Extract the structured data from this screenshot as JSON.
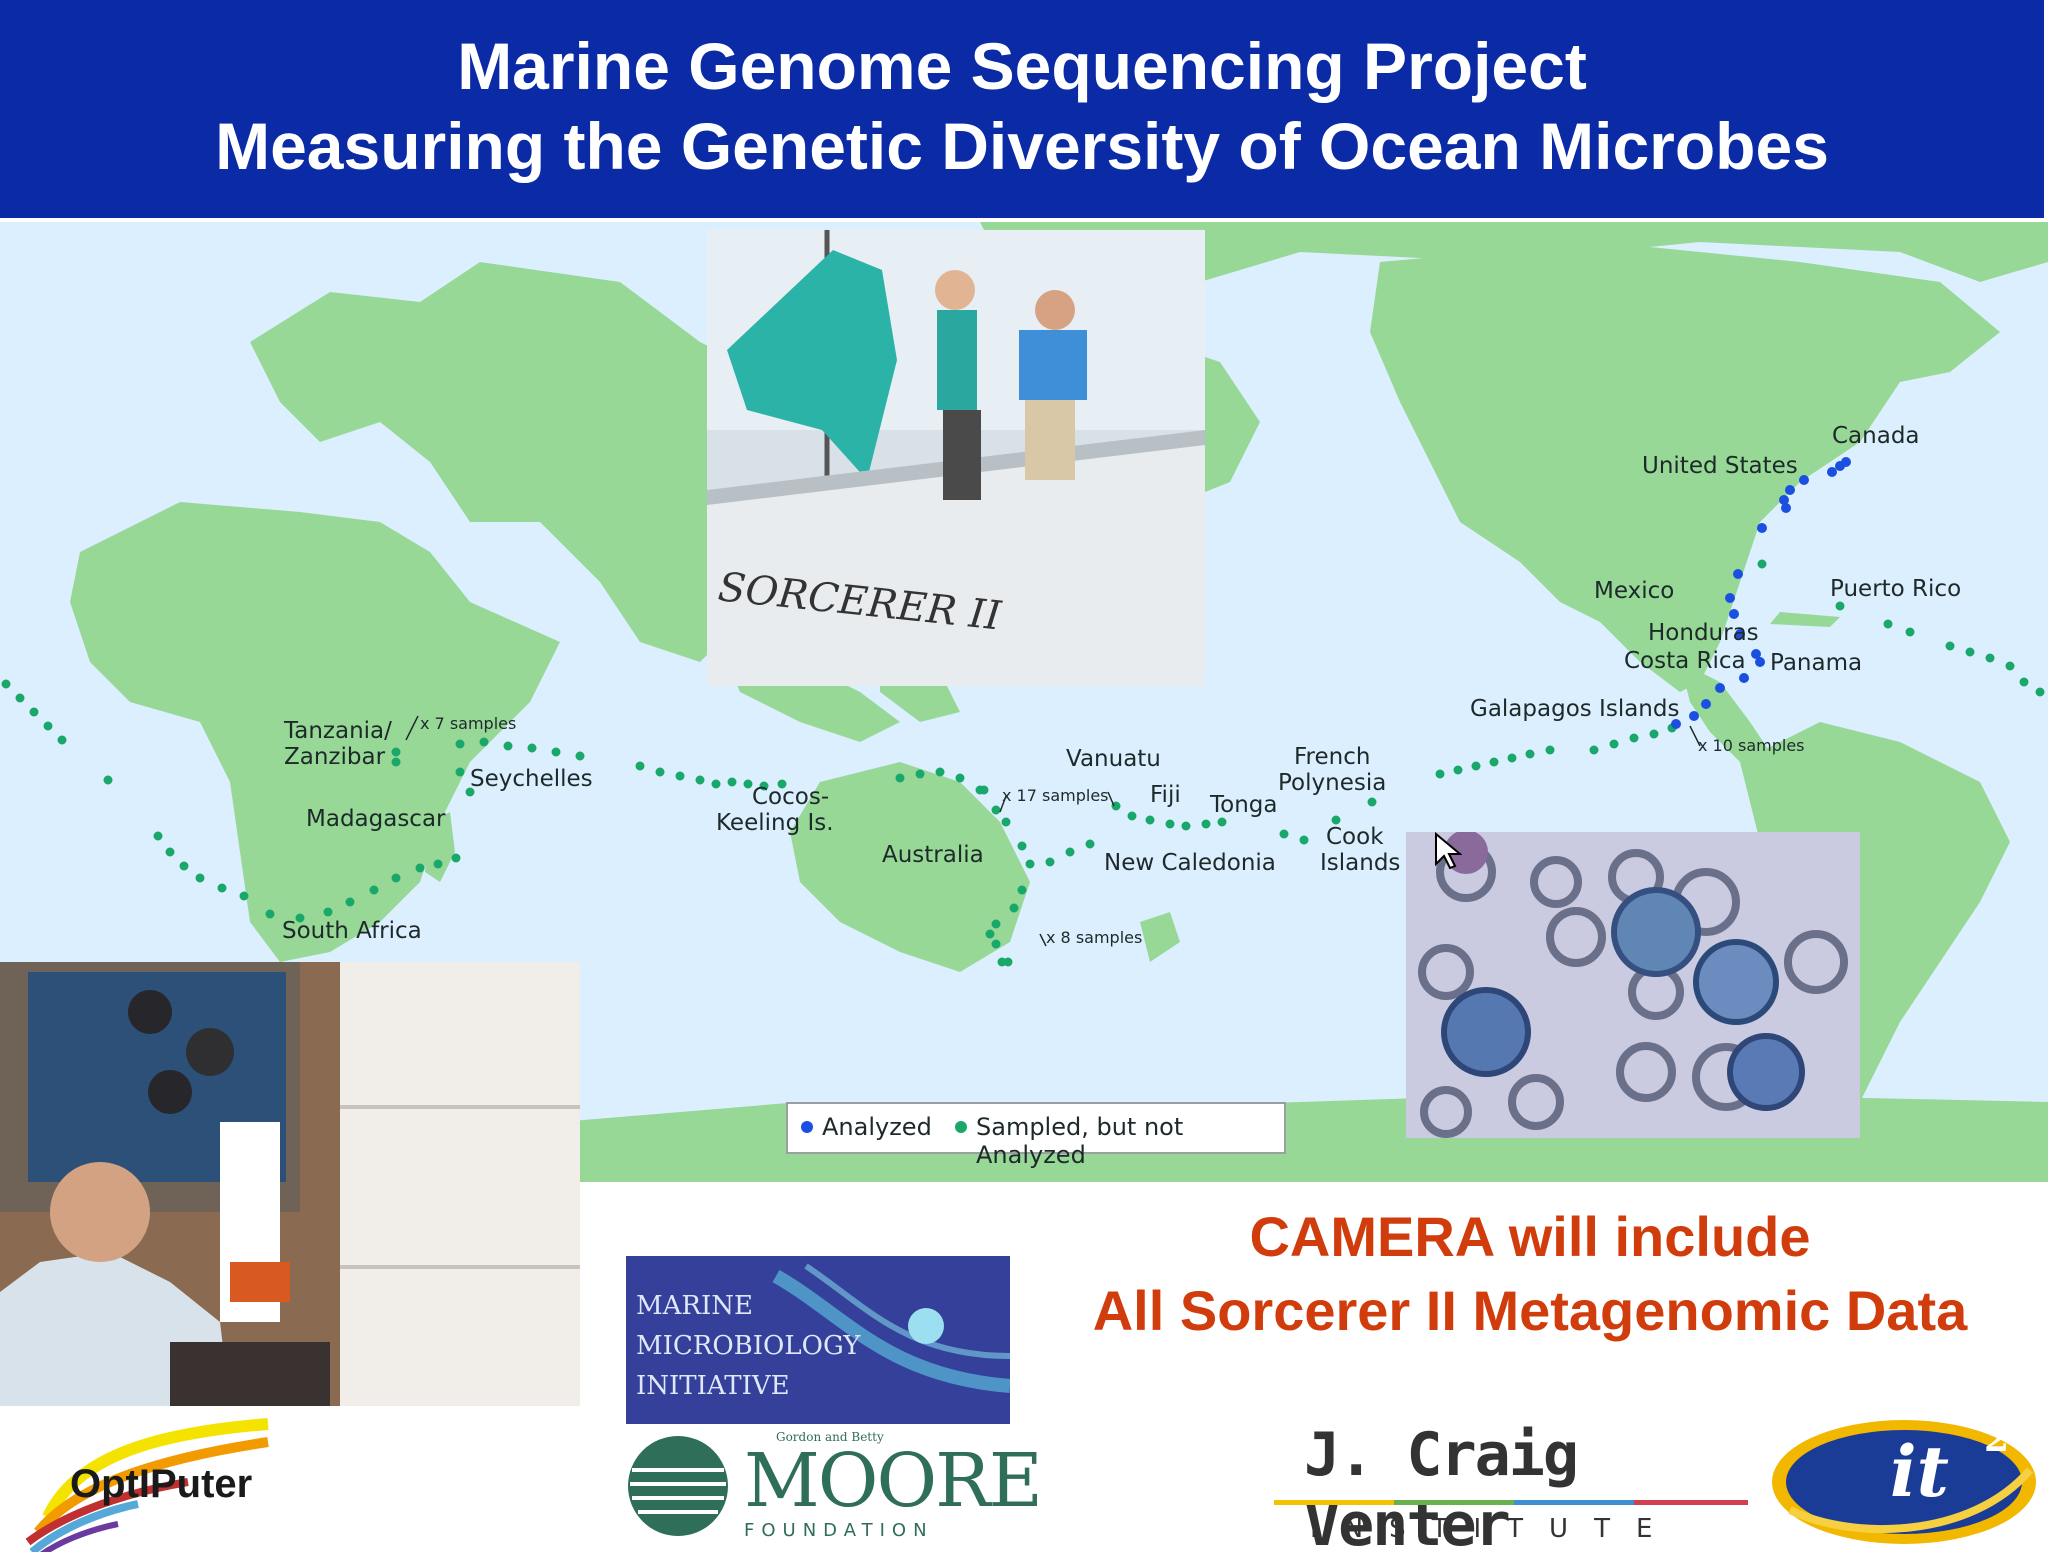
{
  "header": {
    "title_line1": "Marine Genome Sequencing Project",
    "title_line2": "Measuring the Genetic Diversity of Ocean Microbes"
  },
  "map": {
    "labels": {
      "canada": "Canada",
      "united_states": "United States",
      "mexico": "Mexico",
      "puerto_rico": "Puerto Rico",
      "honduras": "Honduras",
      "costa_rica": "Costa Rica",
      "panama": "Panama",
      "galapagos": "Galapagos Islands",
      "x10": "x 10 samples",
      "french": "French",
      "polynesia": "Polynesia",
      "vanuatu": "Vanuatu",
      "fiji": "Fiji",
      "tonga": "Tonga",
      "cook": "Cook",
      "islands": "Islands",
      "new_caledonia": "New Caledonia",
      "x17": "x 17 samples",
      "x8": "x 8 samples",
      "australia": "Australia",
      "cocos": "Cocos-",
      "keeling": "Keeling Is.",
      "tanzania": "Tanzania/",
      "zanzibar": "Zanzibar",
      "x7": "x 7 samples",
      "seychelles": "Seychelles",
      "madagascar": "Madagascar",
      "south_africa": "South Africa"
    },
    "legend": {
      "analyzed": "Analyzed",
      "sampled": "Sampled, but not Analyzed"
    }
  },
  "colors": {
    "header_bg": "#0a2aa6",
    "ocean": "#dcefff",
    "land": "#97d897",
    "analyzed_dot": "#1a4fe0",
    "sampled_dot": "#1aa86a",
    "camera_text": "#d13c0c"
  },
  "boat": {
    "hull_name": "SORCERER II"
  },
  "camera": {
    "line1": "CAMERA will include",
    "line2": "All Sorcerer II Metagenomic Data"
  },
  "logos": {
    "optiputer": "OptIPuter",
    "marine_line1": "MARINE",
    "marine_line2": "MICROBIOLOGY",
    "marine_line3": "INITIATIVE",
    "moore_small": "Gordon and Betty",
    "moore": "MOORE",
    "foundation": "FOUNDATION",
    "jcvi": "J. Craig Venter",
    "institute": "INSTITUTE",
    "it2": "it",
    "it2_sup": "2"
  },
  "icons": [
    "mouse-cursor-icon"
  ]
}
